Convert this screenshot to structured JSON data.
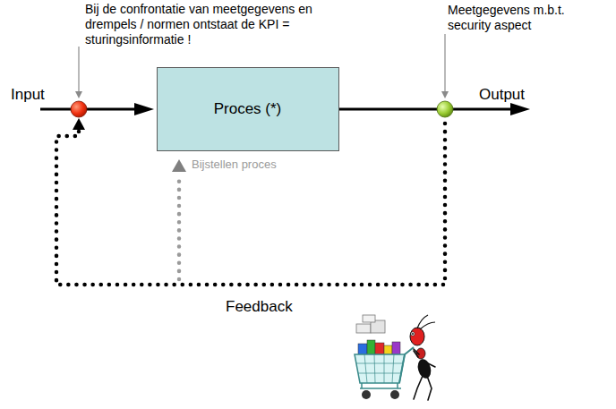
{
  "diagram": {
    "nodes": [
      {
        "text": [
          "Proces (*)"
        ]
      }
    ],
    "labels": [
      "Bij de confrontatie van meetgegevens en drempels / normen ontstaat de KPI = sturingsinformatie !",
      "Meetgegevens m.b.t. security aspect",
      "Input",
      "Output",
      "Bijstellen proces",
      "Feedback"
    ]
  }
}
